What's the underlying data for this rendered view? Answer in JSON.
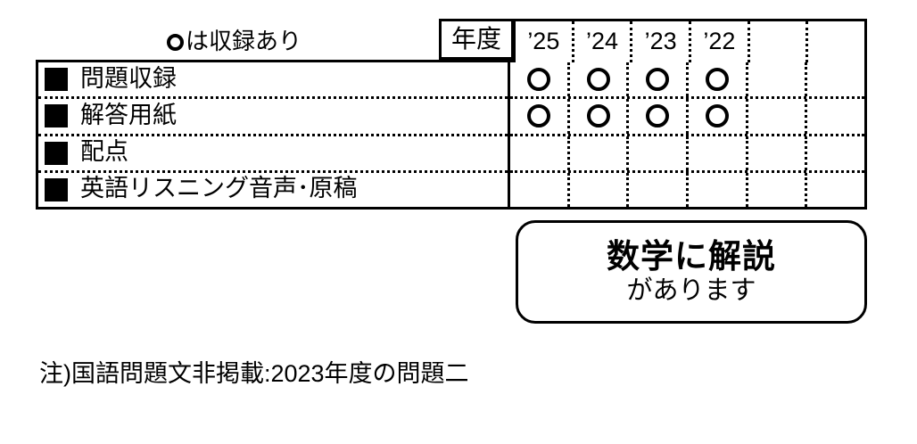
{
  "legend": {
    "icon": "circle-outline-icon",
    "text": "は収録あり"
  },
  "table": {
    "header_label": "年度",
    "year_columns": [
      "’25",
      "’24",
      "’23",
      "’22",
      "",
      ""
    ],
    "rows": [
      {
        "bullet": "filled-square-icon",
        "label": "問題収録",
        "marks": [
          "○",
          "○",
          "○",
          "○",
          "",
          ""
        ]
      },
      {
        "bullet": "filled-square-icon",
        "label": "解答用紙",
        "marks": [
          "○",
          "○",
          "○",
          "○",
          "",
          ""
        ]
      },
      {
        "bullet": "filled-square-icon",
        "label": "配点",
        "marks": [
          "",
          "",
          "",
          "",
          "",
          ""
        ]
      },
      {
        "bullet": "filled-square-icon",
        "label": "英語リスニング音声･原稿",
        "marks": [
          "",
          "",
          "",
          "",
          "",
          ""
        ]
      }
    ]
  },
  "callout": {
    "line1": "数学に解説",
    "line2": "があります"
  },
  "footnote": {
    "text": "注)国語問題文非掲載:2023年度の問題二"
  },
  "colors": {
    "ink": "#000000",
    "paper": "#ffffff"
  }
}
